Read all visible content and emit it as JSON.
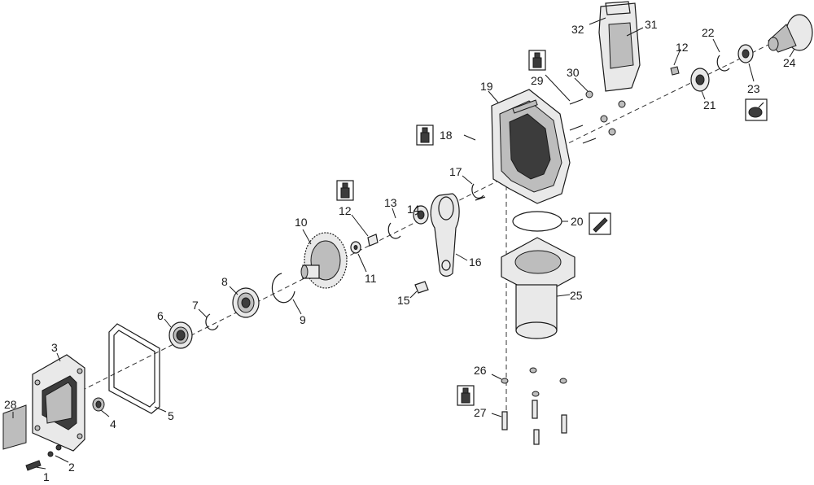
{
  "diagram": {
    "callouts": [
      "1",
      "2",
      "3",
      "4",
      "5",
      "6",
      "7",
      "8",
      "9",
      "10",
      "11",
      "12",
      "13",
      "14",
      "15",
      "16",
      "17",
      "18",
      "19",
      "20",
      "21",
      "22",
      "23",
      "24",
      "25",
      "26",
      "27",
      "28",
      "29",
      "30",
      "31",
      "32"
    ],
    "icons": {
      "thread_locker": "thread-locker-bottle-icon",
      "sealant": "sealant-tube-icon",
      "grease": "grease-pot-icon"
    }
  }
}
